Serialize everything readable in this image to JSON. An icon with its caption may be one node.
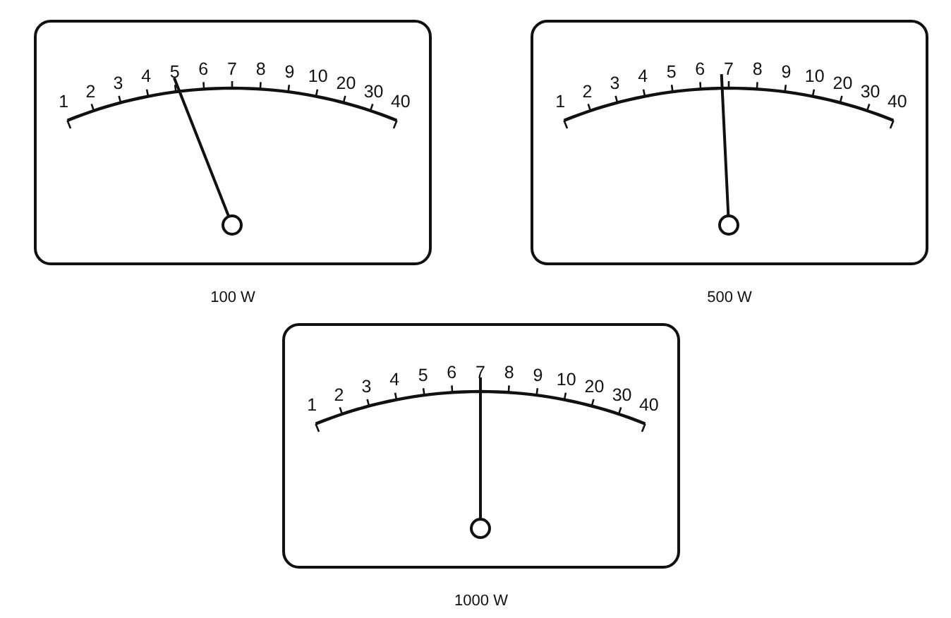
{
  "diagram": {
    "nodes": [
      {
        "text": [
          "1",
          "2",
          "3",
          "4",
          "5",
          "6",
          "7",
          "8",
          "9",
          "10",
          "20",
          "30",
          "40"
        ],
        "beside": [
          "100 W"
        ]
      },
      {
        "text": [
          "1",
          "2",
          "3",
          "4",
          "5",
          "6",
          "7",
          "8",
          "9",
          "10",
          "20",
          "30",
          "40"
        ],
        "beside": [
          "500 W"
        ]
      },
      {
        "text": [
          "1",
          "2",
          "3",
          "4",
          "5",
          "6",
          "7",
          "8",
          "9",
          "10",
          "20",
          "30",
          "40"
        ],
        "beside": [
          "1000 W"
        ]
      }
    ]
  }
}
